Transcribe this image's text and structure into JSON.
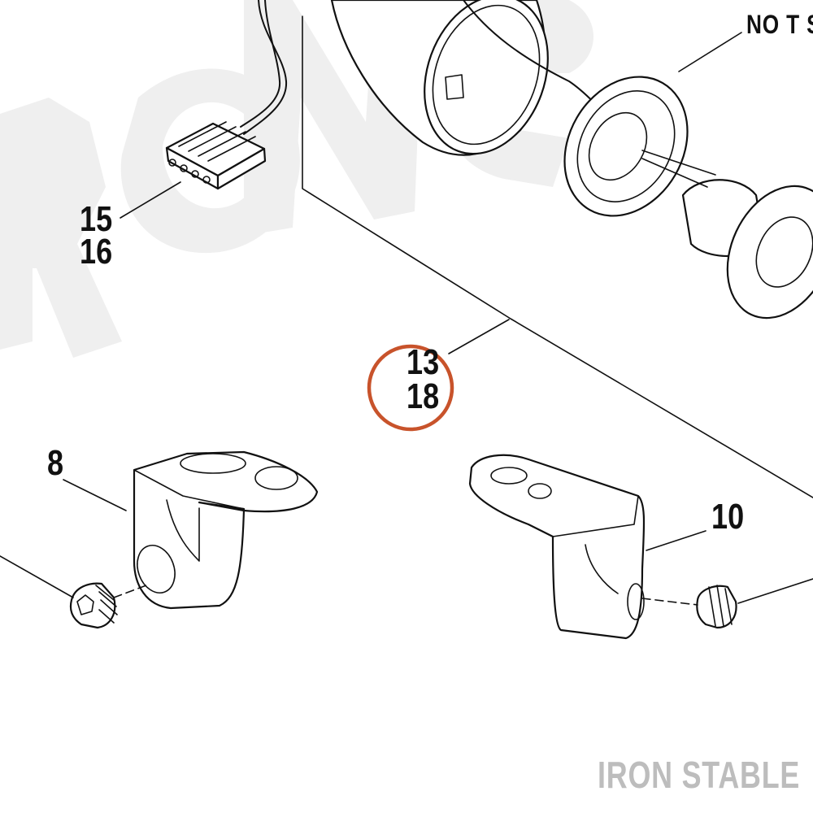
{
  "callouts": {
    "part_15": "15",
    "part_16": "16",
    "part_13": "13",
    "part_18": "18",
    "part_8": "8",
    "part_10": "10",
    "not_shown": "NO T S"
  },
  "highlight": {
    "color": "#c8532b",
    "target": "13 / 18"
  },
  "watermark": {
    "brand": "IRON STABLE",
    "color": "#bdbdbd"
  },
  "icons": {
    "connector": "wire-connector-icon",
    "lamp": "lamp-housing-icon",
    "bracket": "mount-bracket-icon",
    "screw": "set-screw-icon"
  }
}
